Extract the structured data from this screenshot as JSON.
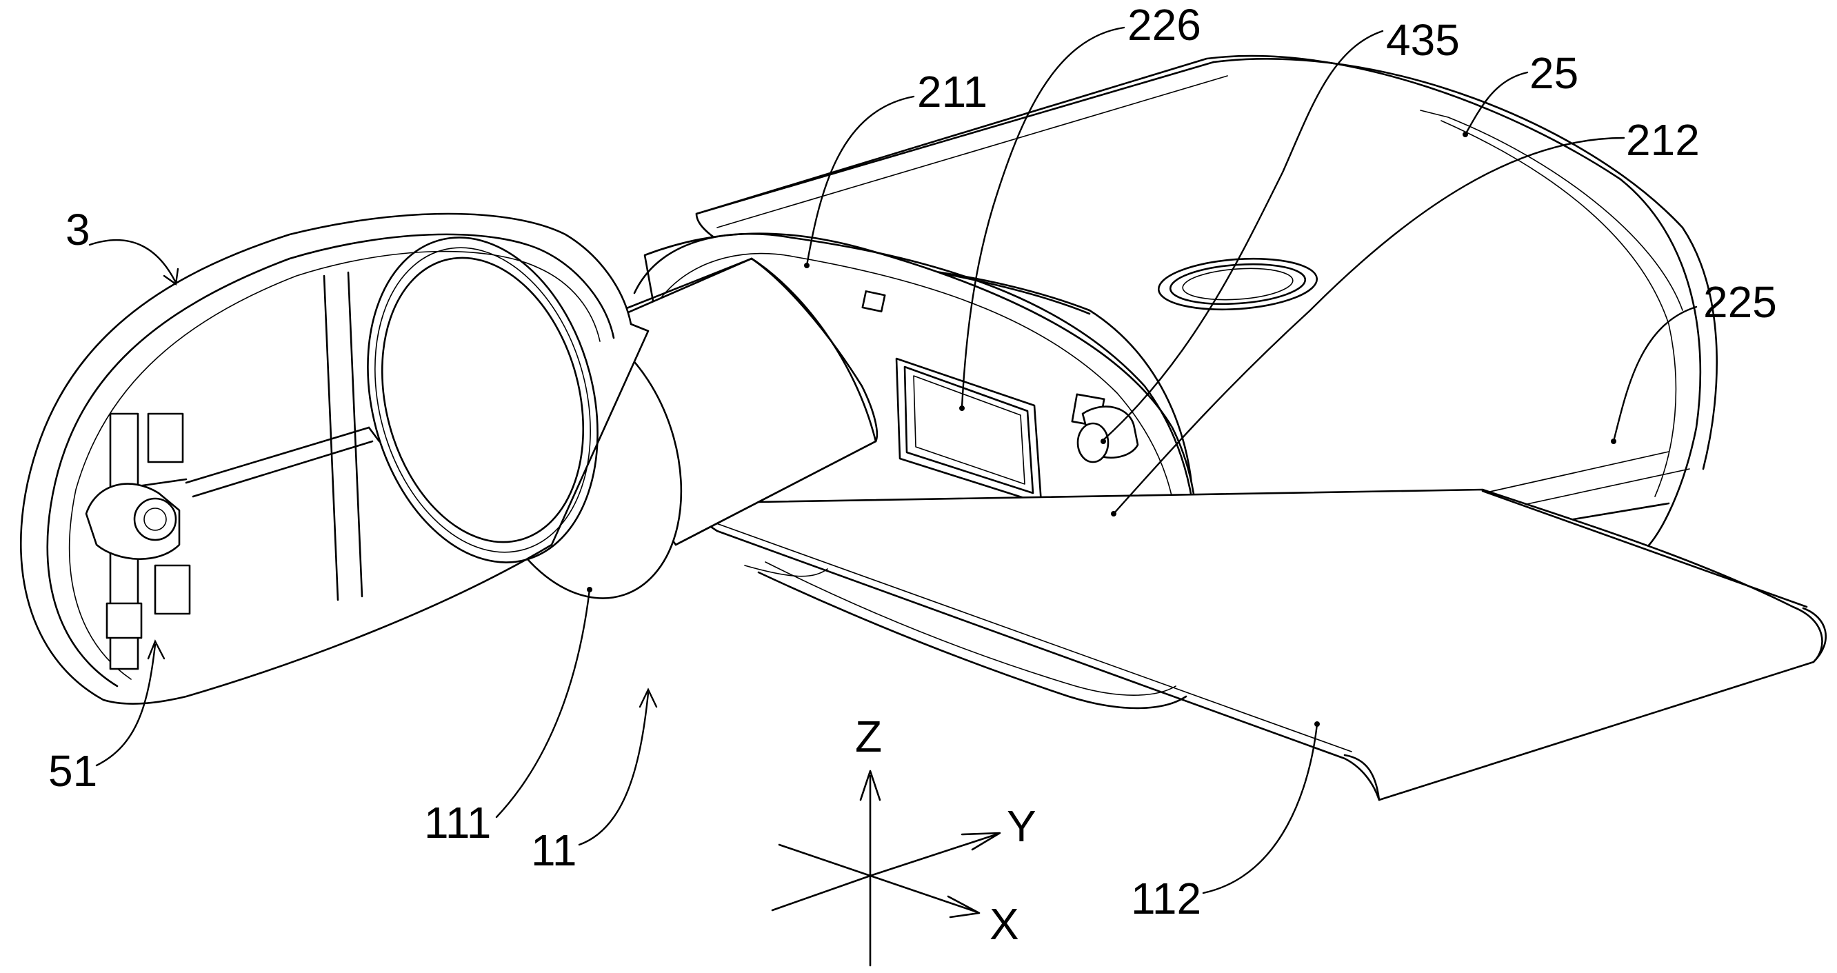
{
  "figure": {
    "labels": {
      "l3": "3",
      "l51": "51",
      "l111": "111",
      "l11": "11",
      "l112": "112",
      "l211": "211",
      "l226": "226",
      "l435": "435",
      "l25": "25",
      "l212": "212",
      "l225": "225"
    },
    "axes": {
      "z": "Z",
      "y": "Y",
      "x": "X"
    }
  }
}
